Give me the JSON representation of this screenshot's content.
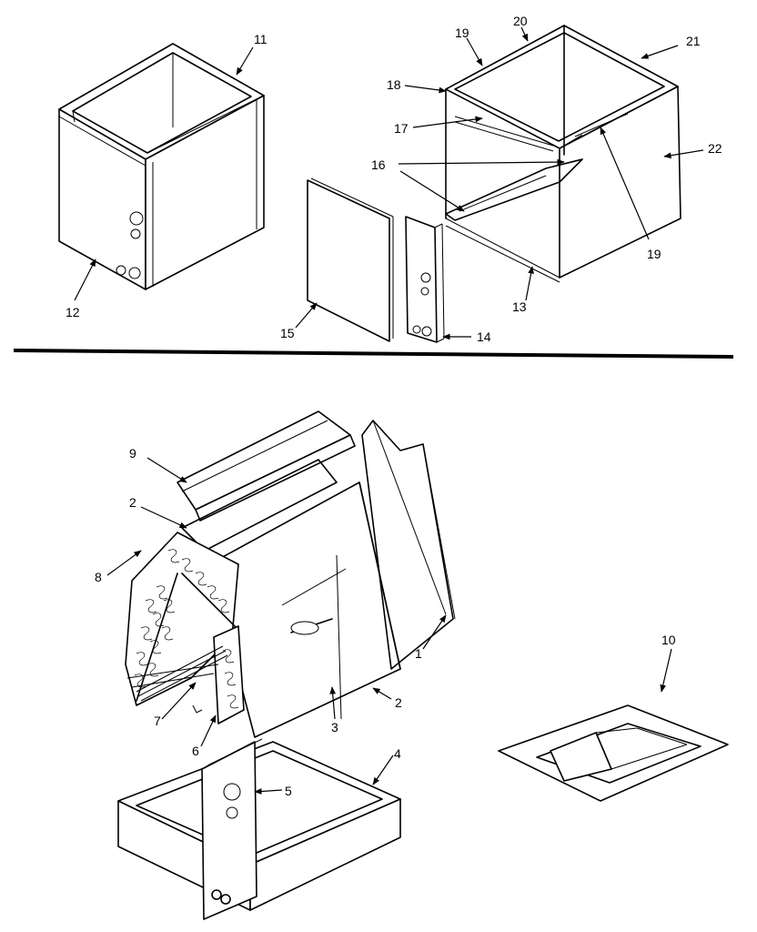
{
  "labels": {
    "1": "1",
    "2a": "2",
    "2b": "2",
    "3": "3",
    "4": "4",
    "5": "5",
    "6": "6",
    "7": "7",
    "8": "8",
    "9": "9",
    "10": "10",
    "11": "11",
    "12": "12",
    "13": "13",
    "14": "14",
    "15": "15",
    "16": "16",
    "17": "17",
    "18": "18",
    "19a": "19",
    "19b": "19",
    "20": "20",
    "21": "21",
    "22": "22"
  }
}
